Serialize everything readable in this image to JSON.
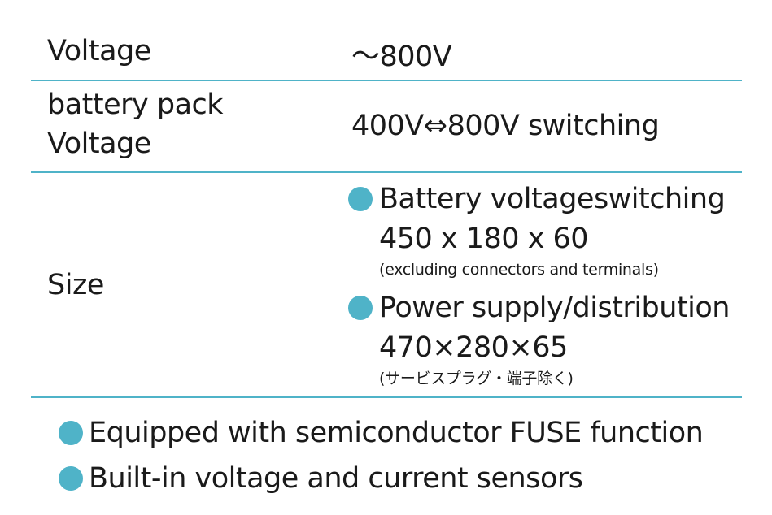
{
  "accent_color": "#4fb3c8",
  "specs": {
    "voltage": {
      "label": "Voltage",
      "value": "～800V"
    },
    "battery_pack_voltage": {
      "label_line1": "battery pack",
      "label_line2": "Voltage",
      "value": "400V⇔800V switching"
    },
    "size": {
      "label": "Size",
      "items": [
        {
          "title": "Battery voltageswitching",
          "dimensions": "450 x 180 x 60",
          "note": "(excluding connectors and terminals)"
        },
        {
          "title": "Power supply/distribution",
          "dimensions": "470×280×65",
          "note": "(サービスプラグ・端子除く)"
        }
      ]
    }
  },
  "features": [
    "Equipped with semiconductor FUSE function",
    "Built-in voltage and current sensors"
  ]
}
